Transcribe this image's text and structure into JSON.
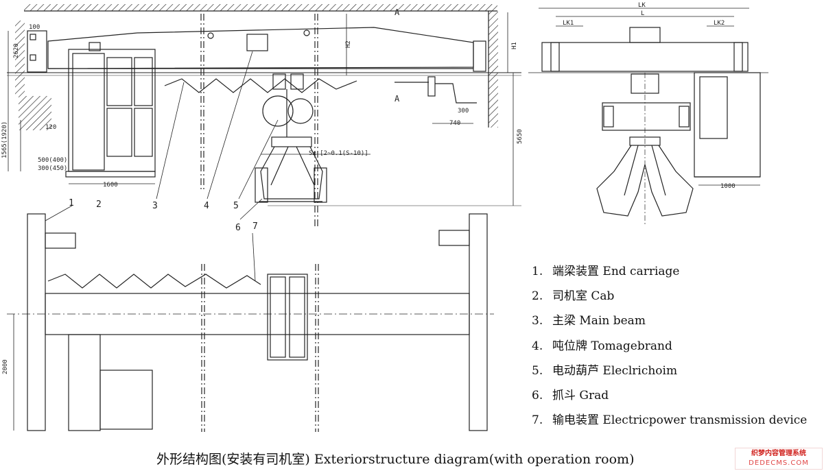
{
  "labels": {
    "section_mark_top": "A",
    "section_mark_bottom": "A",
    "dim_100": "100",
    "dim_2620": "2620",
    "dim_1565": "1565(1920)",
    "dim_120": "120",
    "dim_500": "500(400)",
    "dim_300": "300(450)",
    "dim_1600": "1600",
    "dim_h1": "H1",
    "dim_h2": "H2",
    "dim_300b": "300",
    "dim_740": "740",
    "dim_s": "S± [2~0.1(S-10)]",
    "dim_5650": "5650",
    "dim_lk": "LK",
    "dim_l": "L",
    "dim_lk1": "LK1",
    "dim_lk2": "LK2",
    "dim_1000": "1000",
    "dim_2000": "2000",
    "callouts": [
      "1",
      "2",
      "3",
      "4",
      "5",
      "6",
      "7"
    ]
  },
  "legend": [
    {
      "num": "1.",
      "text": "端梁装置 End carriage"
    },
    {
      "num": "2.",
      "text": "司机室 Cab"
    },
    {
      "num": "3.",
      "text": "主梁 Main beam"
    },
    {
      "num": "4.",
      "text": "吨位牌 Tomagebrand"
    },
    {
      "num": "5.",
      "text": "电动葫芦 Eleclrichoim"
    },
    {
      "num": "6.",
      "text": "抓斗 Grad"
    },
    {
      "num": "7.",
      "text": "输电装置 Electricpower transmission device"
    }
  ],
  "caption": "外形结构图(安装有司机室) Exteriorstructure diagram(with operation room)",
  "watermark": {
    "line1": "织梦内容管理系统",
    "line2": "DEDECMS.COM"
  }
}
